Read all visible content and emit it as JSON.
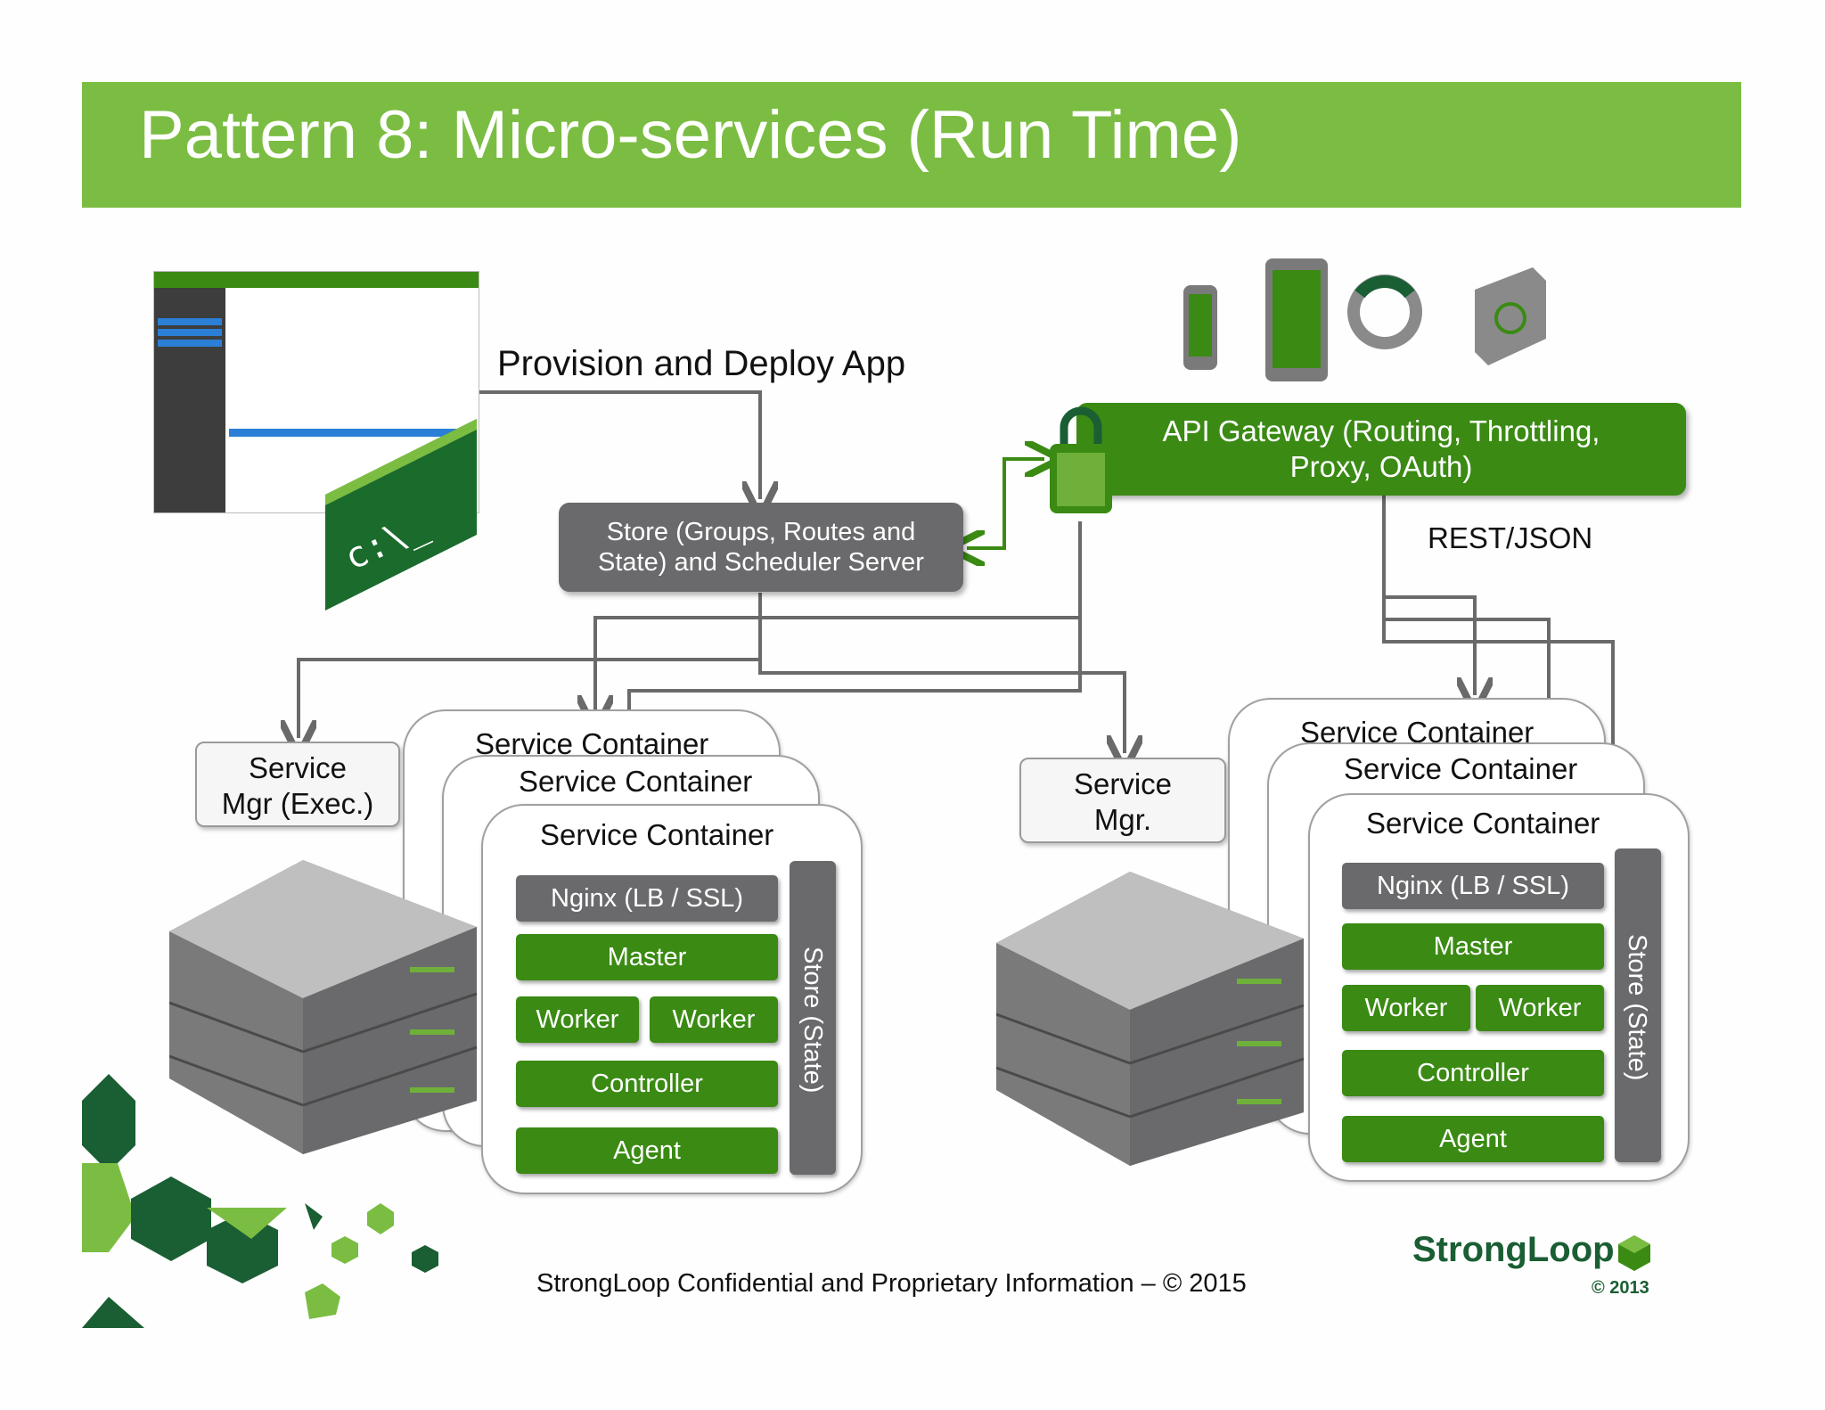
{
  "header": {
    "title": "Pattern 8: Micro-services (Run Time)",
    "bg_color": "#7bbd42"
  },
  "provision_label": "Provision and Deploy App",
  "console_glyph": "c:\\_",
  "store_server": {
    "line1": "Store (Groups, Routes and",
    "line2": "State) and Scheduler Server"
  },
  "api_gateway": {
    "line1": "API Gateway (Routing, Throttling,",
    "line2": "Proxy, OAuth)"
  },
  "rest_label": "REST/JSON",
  "left_group": {
    "mgr": {
      "line1": "Service",
      "line2": "Mgr (Exec.)"
    },
    "containers": [
      "Service Container",
      "Service Container",
      "Service Container"
    ],
    "nginx": "Nginx  (LB / SSL)",
    "master": "Master",
    "worker1": "Worker",
    "worker2": "Worker",
    "controller": "Controller",
    "agent": "Agent",
    "store": "Store (State)"
  },
  "right_group": {
    "mgr": {
      "line1": "Service",
      "line2": "Mgr."
    },
    "containers": [
      "Service Container",
      "Service Container",
      "Service Container"
    ],
    "nginx": "Nginx  (LB / SSL)",
    "master": "Master",
    "worker1": "Worker",
    "worker2": "Worker",
    "controller": "Controller",
    "agent": "Agent",
    "store": "Store (State)"
  },
  "footer": "StrongLoop Confidential and Proprietary Information – © 2015",
  "logo": {
    "name": "StrongLoop",
    "year": "© 2013"
  },
  "devices": [
    "phone-icon",
    "tablet-icon",
    "watch-icon",
    "wearable-icon"
  ],
  "colors": {
    "green": "#3a8a13",
    "dark_green": "#1a5e33",
    "gray": "#6a6a6c"
  }
}
